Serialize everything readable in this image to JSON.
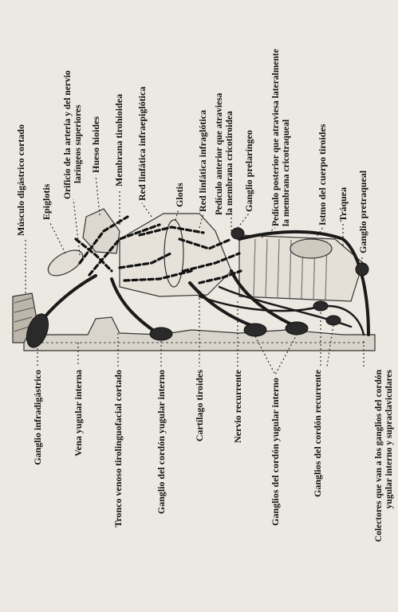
{
  "labels": {
    "musculo_digastrico": "Músculo digástrico cortado",
    "epiglotis": "Epiglotis",
    "orificio_line1": "Orificio de la arteria y del nervio",
    "orificio_line2": "laríngeos superiores",
    "hueso_hioides": "Hueso hioides",
    "membrana_tirohioidea": "Membrana tirohioidea",
    "red_infraepiglotica": "Red linfática infraepiglótica",
    "glotis": "Glotis",
    "red_infraglotica": "Red linfática infraglótica",
    "pediculo_anterior_line1": "Pedículo anterior que atraviesa",
    "pediculo_anterior_line2": "la membrana cricotiroidea",
    "ganglio_prelaringeo": "Ganglio prelaríngeo",
    "pediculo_posterior_line1": "Pedículo posterior que atraviesa lateralmente",
    "pediculo_posterior_line2": "la membrana cricotraqueal",
    "istmo_tiroides": "Istmo del cuerpo tiroides",
    "traquea": "Tráquea",
    "ganglio_pretraqueal": "Ganglio pretraqueal",
    "ganglio_infradigastrico": "Ganglio infradigástrico",
    "vena_yugular": "Vena yugular interna",
    "tronco_venoso": "Tronco venoso tirolinguofacial cortado",
    "ganglio_cordon_yugular": "Ganglio del cordón yugular interno",
    "cartilago_tiroides": "Cartílago tiroides",
    "nervio_recurrente": "Nervio recurrente",
    "ganglios_cordon_yugular": "Ganglios del cordón yugular interno",
    "ganglios_cordon_recurrente": "Ganglios del cordón recurrente",
    "colectores_line1": "Colectores que van a los ganglios del cordón",
    "colectores_line2": "yugular interno y supraclaviculares"
  }
}
